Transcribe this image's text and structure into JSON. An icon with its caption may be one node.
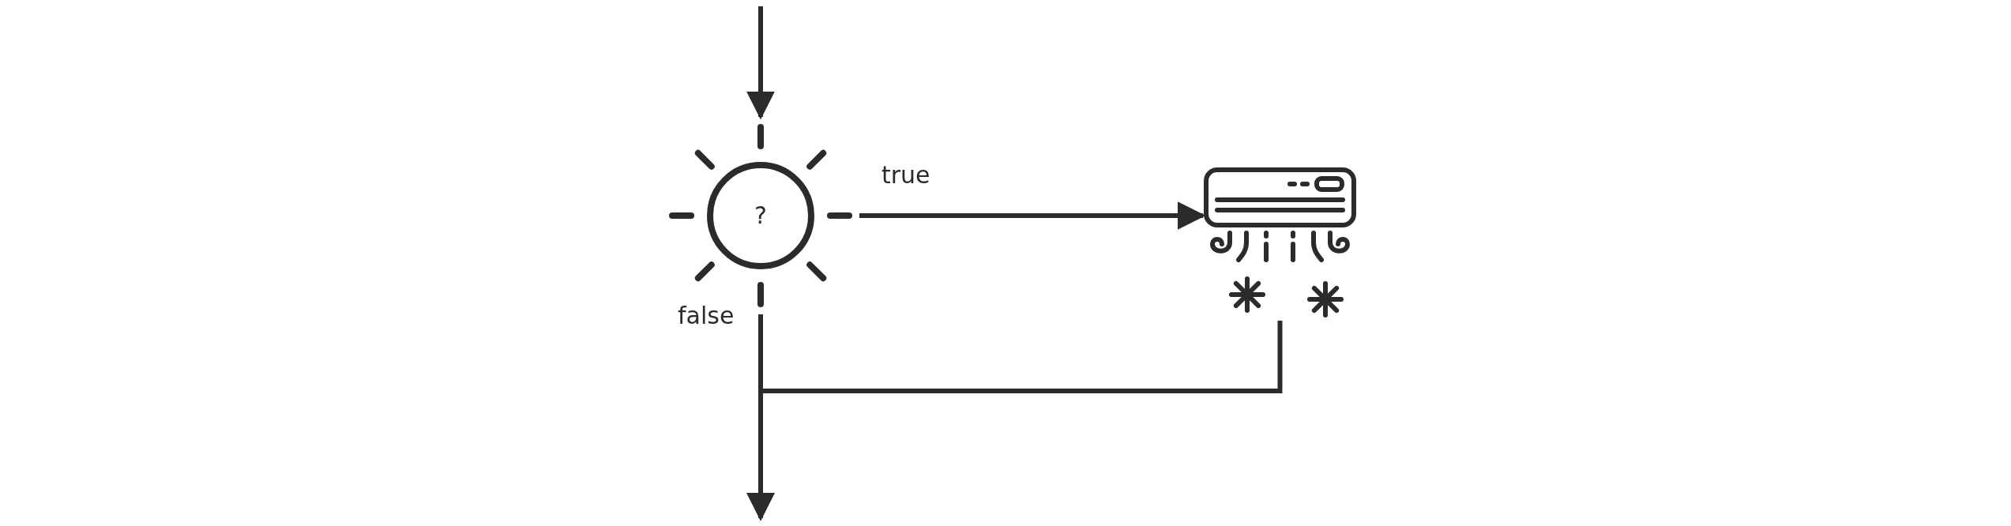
{
  "diagram": {
    "nodes": [
      {
        "text": [
          "?"
        ]
      },
      {
        "text": [],
        "shape": "picture"
      }
    ],
    "edges": [
      {
        "from": null,
        "to": 0,
        "arrow": "to"
      },
      {
        "from": 0,
        "to": 1,
        "arrow": "to",
        "label": "true"
      },
      {
        "from": 0,
        "to": null,
        "arrow": "to",
        "label": "false"
      },
      {
        "from": 1,
        "to": null,
        "arrow": "to"
      }
    ]
  }
}
